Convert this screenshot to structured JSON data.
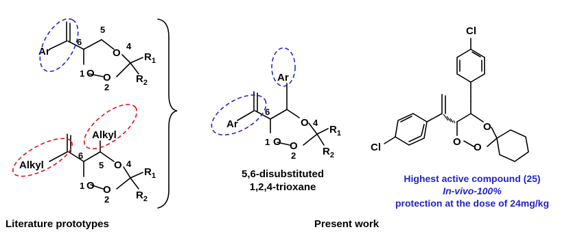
{
  "structures": {
    "top": {
      "substituent": "Ar",
      "substituent_r1": "R",
      "substituent_r1_sub": "1",
      "substituent_r2": "R",
      "substituent_r2_sub": "2",
      "oxygen": "O",
      "ring_numbers": [
        "1",
        "2",
        "4",
        "5",
        "6"
      ]
    },
    "bottom": {
      "substituent_left": "Alkyl",
      "substituent_top": "Alkyl",
      "substituent_r1": "R",
      "substituent_r1_sub": "1",
      "substituent_r2": "R",
      "substituent_r2_sub": "2",
      "oxygen": "O",
      "ring_numbers": [
        "1",
        "2",
        "4",
        "5",
        "6"
      ]
    },
    "middle": {
      "substituent_left": "Ar",
      "substituent_top": "Ar",
      "substituent_r1": "R",
      "substituent_r1_sub": "1",
      "substituent_r2": "R",
      "substituent_r2_sub": "2",
      "oxygen": "O",
      "ring_numbers": [
        "1",
        "2",
        "4",
        "6"
      ]
    },
    "right": {
      "chlorine": "Cl",
      "oxygen": "O"
    }
  },
  "labels": {
    "middle_name_line1": "5,6-disubstituted",
    "middle_name_line2": "1,2,4-trioxane",
    "highlight_line1": "Highest active compound (25)",
    "highlight_line2": "In-vivo-100%",
    "highlight_line3": "protection at the dose of 24mg/kg",
    "left_caption": "Literature prototypes",
    "right_caption": "Present work"
  },
  "colors": {
    "blue": "#2222cc",
    "red": "#dd1111",
    "text": "#000000"
  }
}
